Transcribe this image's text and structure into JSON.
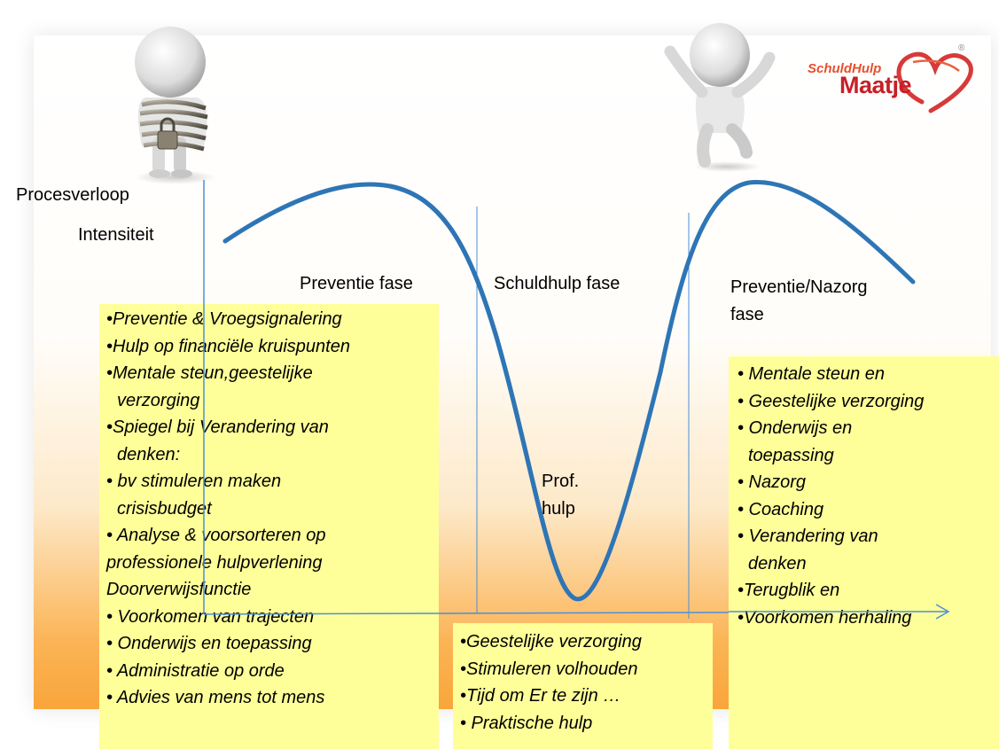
{
  "labels": {
    "procesverloop": "Procesverloop",
    "intensiteit": "Intensiteit",
    "preventie_fase": "Preventie fase",
    "schuldhulp_fase": "Schuldhulp fase",
    "nazorg_fase_line1": "Preventie/Nazorg",
    "nazorg_fase_line2": "fase",
    "prof_line1": "Prof.",
    "prof_line2": "hulp"
  },
  "logo": {
    "line1": "SchuldHulp",
    "line2": "Maatje",
    "registered": "®",
    "color_primary": "#c62027",
    "color_secondary": "#e5502d"
  },
  "left_box": {
    "items": [
      "•Preventie & Vroegsignalering",
      "•Hulp op financiële kruispunten",
      "•Mentale steun,geestelijke",
      " verzorging",
      "•Spiegel bij Verandering van",
      " denken:",
      "• bv stimuleren maken",
      " crisisbudget",
      "• Analyse &  voorsorteren op",
      "professionele hulpverlening",
      "Doorverwijsfunctie",
      "• Voorkomen van  trajecten",
      "• Onderwijs en toepassing",
      "• Administratie op orde",
      "• Advies van mens tot mens"
    ]
  },
  "middle_box": {
    "items": [
      "•Geestelijke verzorging",
      "•Stimuleren volhouden",
      "•Tijd  om Er te zijn …",
      "• Praktische hulp"
    ]
  },
  "right_box": {
    "items": [
      "• Mentale steun en",
      "• Geestelijke verzorging",
      "• Onderwijs en",
      "  toepassing",
      "• Nazorg",
      "• Coaching",
      "• Verandering van",
      "   denken",
      "•Terugblik en",
      "•Voorkomen herhaling"
    ]
  },
  "colors": {
    "curve": "#2e75b6",
    "axis": "#4a90d9",
    "box_fill": "#ffff99",
    "slide_gradient_bottom": "#f9a53a"
  }
}
